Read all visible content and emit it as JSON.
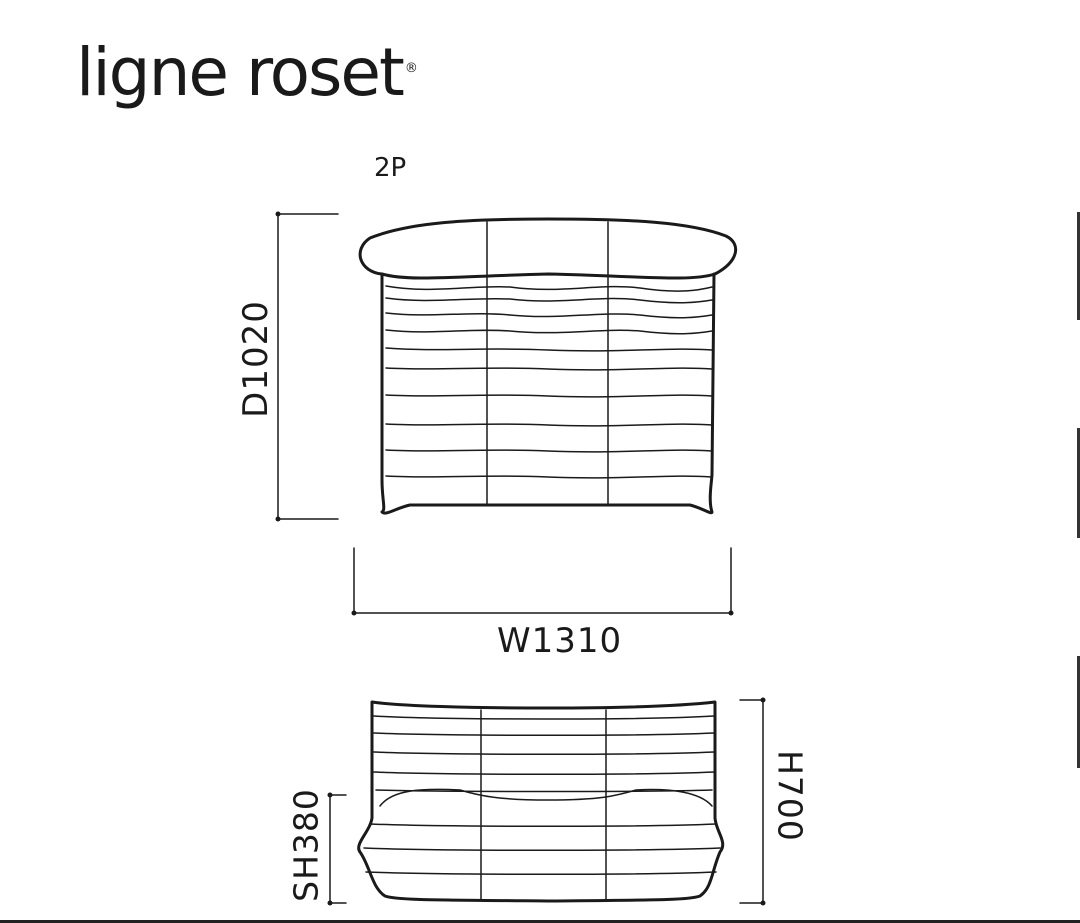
{
  "brand": {
    "name": "ligne roset",
    "registered": "®"
  },
  "model": "2P",
  "dimensions": {
    "width": "W1310",
    "depth": "D1020",
    "seat_height": "SH380",
    "height": "H700"
  }
}
